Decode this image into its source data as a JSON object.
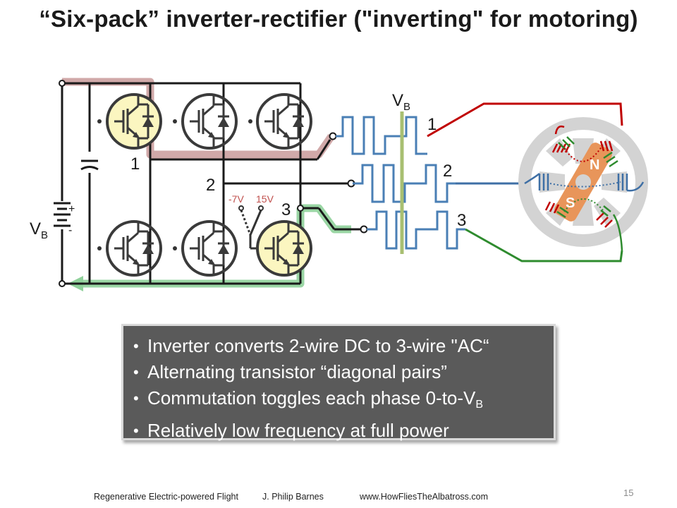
{
  "title": "“Six-pack” inverter-rectifier (\"inverting\" for motoring)",
  "labels": {
    "vb_source": "V",
    "vb_source_sub": "B",
    "vb_wave": "V",
    "vb_wave_sub": "B",
    "phase_left_1": "1",
    "phase_left_2": "2",
    "phase_left_3": "3",
    "phase_right_1": "1",
    "phase_right_2": "2",
    "phase_right_3": "3",
    "gate_neg": "-7V",
    "gate_pos": "15V",
    "plus": "+",
    "minus": "-",
    "rotor_n": "N",
    "rotor_s": "S"
  },
  "bullets": {
    "b1": "Inverter converts 2-wire DC to 3-wire \"AC“",
    "b2": "Alternating transistor “diagonal pairs”",
    "b3": "Commutation toggles each phase 0-to-V",
    "b3_sub": "B",
    "b4": "Relatively low frequency at full power"
  },
  "footer": {
    "left": "Regenerative Electric-powered Flight",
    "author": "J. Philip Barnes",
    "url": "www.HowFliesTheAlbatross.com",
    "page": "15"
  },
  "colors": {
    "phase1": "#c00000",
    "phase2": "#3e6fa5",
    "phase3": "#2e8b2e",
    "wave": "#4a7fb5",
    "highlight_red": "#c99a9a",
    "highlight_green": "#8fd19a",
    "active_switch": "#fbf6c0"
  }
}
